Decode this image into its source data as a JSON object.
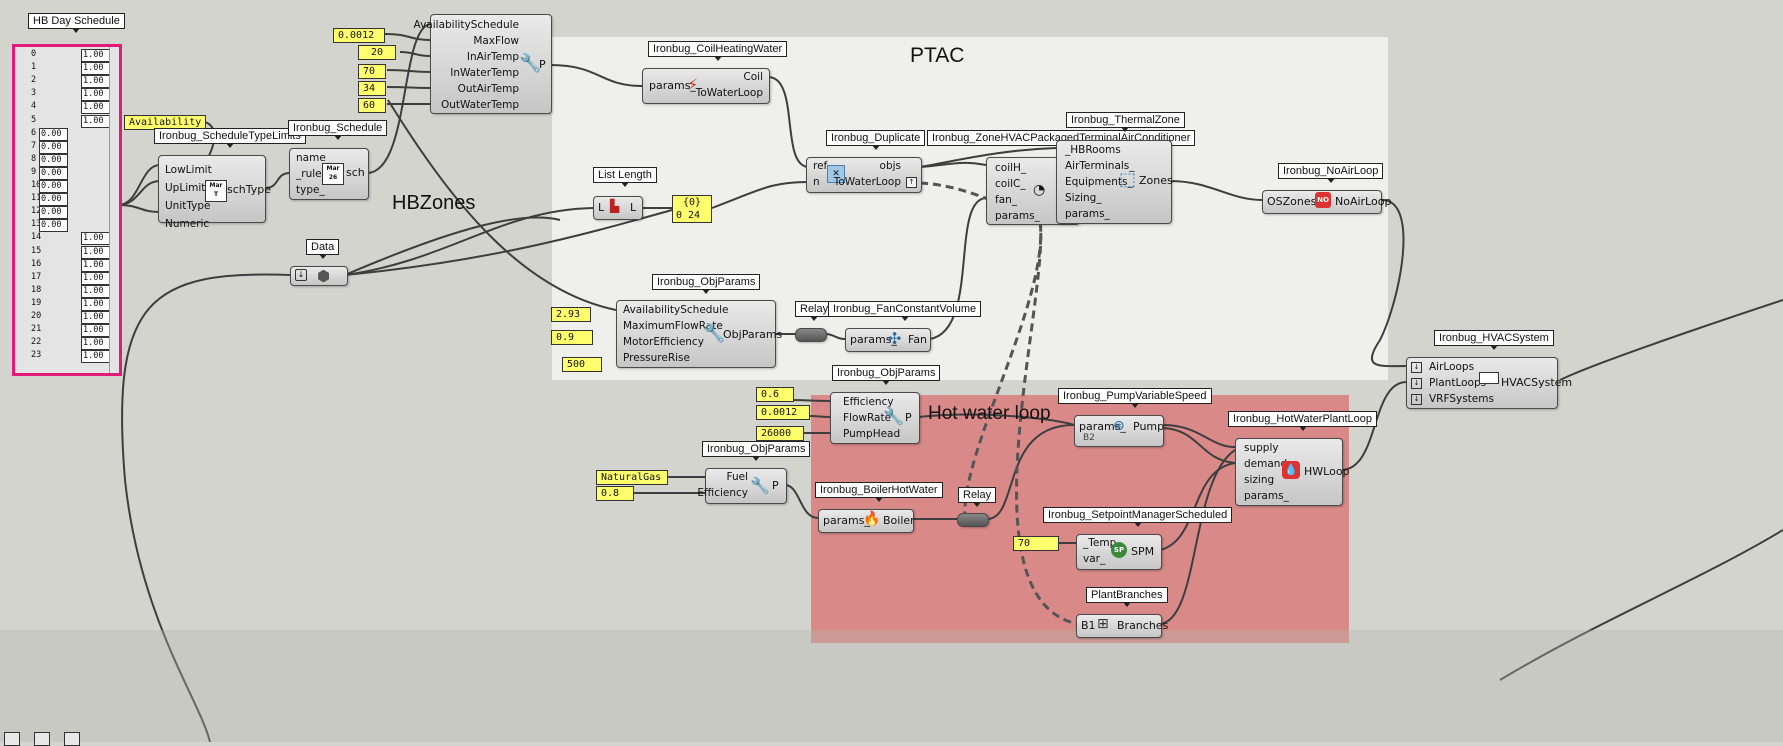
{
  "groups": {
    "ptac": {
      "title": "PTAC",
      "color": "#eeeeec"
    },
    "hbzones": {
      "title": "HBZones"
    },
    "hotwater": {
      "title": "Hot water loop",
      "color": "#d98a88"
    }
  },
  "schedule": {
    "label": "HB Day Schedule",
    "hours": [
      "0",
      "1",
      "2",
      "3",
      "4",
      "5",
      "6",
      "7",
      "8",
      "9",
      "10",
      "11",
      "12",
      "13",
      "14",
      "15",
      "16",
      "17",
      "18",
      "19",
      "20",
      "21",
      "22",
      "23"
    ],
    "values": [
      "1.00",
      "1.00",
      "1.00",
      "1.00",
      "1.00",
      "1.00",
      "0.00",
      "0.00",
      "0.00",
      "0.00",
      "0.00",
      "0.00",
      "0.00",
      "0.00",
      "1.00",
      "1.00",
      "1.00",
      "1.00",
      "1.00",
      "1.00",
      "1.00",
      "1.00",
      "1.00",
      "1.00"
    ]
  },
  "panels": {
    "availability": "Availability",
    "maxflow": "0.0012",
    "inair": "20",
    "inwater": "70",
    "outair": "34",
    "outwater": "60",
    "list": [
      "{0}",
      "0 24"
    ],
    "fan_avail": "2.93",
    "fan_eff": "0.9",
    "fan_press": "500",
    "pump_eff": "0.6",
    "pump_flow": "0.0012",
    "pump_head": "26000",
    "fuel": "NaturalGas",
    "boiler_eff": "0.8",
    "spm_temp": "70"
  },
  "components": {
    "stl": {
      "label": "Ironbug_ScheduleTypeLimits",
      "inputs": [
        "LowLimit",
        "UpLimit",
        "UnitType",
        "Numeric"
      ],
      "output": "schType",
      "icon_text": "Mar"
    },
    "sched": {
      "label": "Ironbug_Schedule",
      "inputs": [
        "name_",
        "_rules",
        "type_"
      ],
      "output": "sch",
      "icon_text": "Mar 26"
    },
    "coilparams": {
      "inputs": [
        "AvailabilitySchedule",
        "MaxFlow",
        "InAirTemp",
        "InWaterTemp",
        "OutAirTemp",
        "OutWaterTemp"
      ],
      "output": "P"
    },
    "coil": {
      "label": "Ironbug_CoilHeatingWater",
      "inputs": [
        "params_"
      ],
      "outputs": [
        "Coil",
        "ToWaterLoop"
      ]
    },
    "listlen": {
      "label": "List Length",
      "input": "L",
      "output": "L"
    },
    "data": {
      "label": "Data"
    },
    "dup": {
      "label": "Ironbug_Duplicate",
      "inputs": [
        "ref",
        "n"
      ],
      "outputs": [
        "objs",
        "ToWaterLoop"
      ]
    },
    "ptacunit": {
      "label": "Ironbug_ZoneHVACPackagedTerminalAirConditioner",
      "inputs": [
        "coilH_",
        "coilC_",
        "fan_",
        "params_"
      ]
    },
    "tz": {
      "label": "Ironbug_ThermalZone",
      "inputs": [
        "_HBRooms",
        "AirTerminals_",
        "Equipments_",
        "Sizing_",
        "params_"
      ],
      "output": "Zones"
    },
    "noair": {
      "label": "Ironbug_NoAirLoop",
      "input": "OSZones",
      "output": "NoAirLoop",
      "icon_text": "NO"
    },
    "objparams1": {
      "label": "Ironbug_ObjParams",
      "inputs": [
        "AvailabilitySchedule",
        "MaximumFlowRate",
        "MotorEfficiency",
        "PressureRise"
      ],
      "output": "ObjParams"
    },
    "relay1": {
      "label": "Relay"
    },
    "fan": {
      "label": "Ironbug_FanConstantVolume",
      "input": "params_",
      "output": "Fan"
    },
    "objparams2": {
      "label": "Ironbug_ObjParams",
      "inputs": [
        "Efficiency",
        "FlowRate",
        "PumpHead"
      ],
      "output": "P"
    },
    "objparams3": {
      "label": "Ironbug_ObjParams",
      "inputs": [
        "Fuel",
        "Efficiency"
      ],
      "output": "P"
    },
    "boiler": {
      "label": "Ironbug_BoilerHotWater",
      "input": "params_",
      "output": "Boiler"
    },
    "relay2": {
      "label": "Relay"
    },
    "pump": {
      "label": "Ironbug_PumpVariableSpeed",
      "input": "params_",
      "output": "Pump",
      "sub": "B2"
    },
    "spm": {
      "label": "Ironbug_SetpointManagerScheduled",
      "inputs": [
        "_Temp",
        "var_"
      ],
      "output": "SPM",
      "icon_text": "SP"
    },
    "branches": {
      "label": "PlantBranches",
      "input": "B1",
      "output": "Branches"
    },
    "hwloop": {
      "label": "Ironbug_HotWaterPlantLoop",
      "inputs": [
        "supply",
        "demand",
        "sizing",
        "params_"
      ],
      "output": "HWLoop"
    },
    "hvac": {
      "label": "Ironbug_HVACSystem",
      "inputs": [
        "AirLoops",
        "PlantLoops",
        "VRFSystems"
      ],
      "output": "HVACSystem"
    }
  }
}
